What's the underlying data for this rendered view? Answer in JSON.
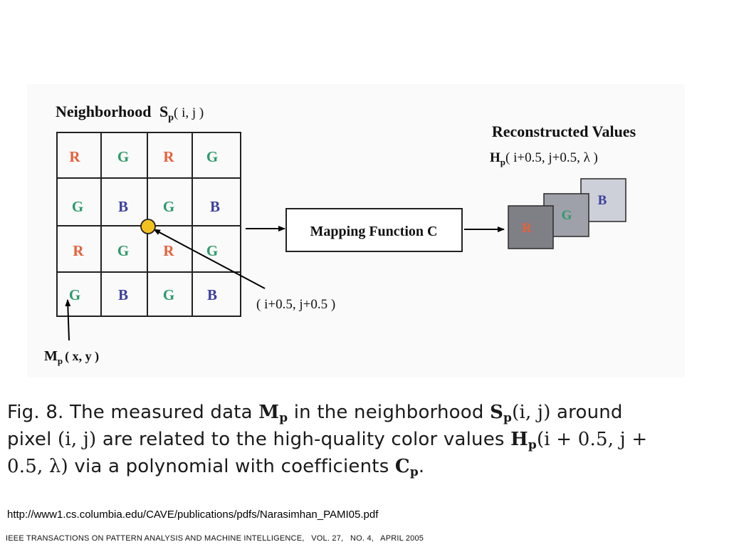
{
  "figure": {
    "neighborhood_title": "Neighborhood",
    "neighborhood_symbol": "S",
    "neighborhood_sub": "p",
    "neighborhood_args": "( i, j )",
    "grid": [
      [
        "R",
        "G",
        "R",
        "G"
      ],
      [
        "G",
        "B",
        "G",
        "B"
      ],
      [
        "R",
        "G",
        "R",
        "G"
      ],
      [
        "G",
        "B",
        "G",
        "B"
      ]
    ],
    "point_label": "( i+0.5, j+0.5 )",
    "measured_symbol": "M",
    "measured_sub": "p",
    "measured_args": "( x, y )",
    "mapping_label": "Mapping Function C",
    "reconstructed_title": "Reconstructed Values",
    "reconstructed_symbol": "H",
    "reconstructed_sub": "p",
    "reconstructed_args": "( i+0.5, j+0.5, λ )",
    "output_channels": [
      "R",
      "G",
      "B"
    ],
    "colors": {
      "R": "#e8603a",
      "G": "#2e9a6a",
      "B": "#3b3fa0",
      "point": "#f3c11f",
      "panel_bg": "#fafafa",
      "output_r": "#7f7f86",
      "output_g": "#9fa1aa",
      "output_b": "#cdd0d8"
    }
  },
  "caption": {
    "line1_a": "Fig. 8. The measured data ",
    "line1_m": "M",
    "line1_m_sub": "p",
    "line1_b": " in the neighborhood ",
    "line1_s": "S",
    "line1_s_sub": "p",
    "line1_s_args": "(i, j)",
    "line1_c": " around",
    "line2_a": "pixel ",
    "line2_ij": "(i, j)",
    "line2_b": " are related to the high-quality color values ",
    "line2_h": "H",
    "line2_h_sub": "p",
    "line2_h_args": "(i + 0.5, j +",
    "line3_args": "0.5, λ)",
    "line3_a": " via a polynomial with coefficients ",
    "line3_c": "C",
    "line3_c_sub": "p",
    "line3_end": "."
  },
  "source_url": "http://www1.cs.columbia.edu/CAVE/publications/pdfs/Narasimhan_PAMI05.pdf",
  "citation": "IEEE TRANSACTIONS ON PATTERN ANALYSIS AND MACHINE INTELLIGENCE,   VOL. 27,   NO. 4,   APRIL 2005"
}
